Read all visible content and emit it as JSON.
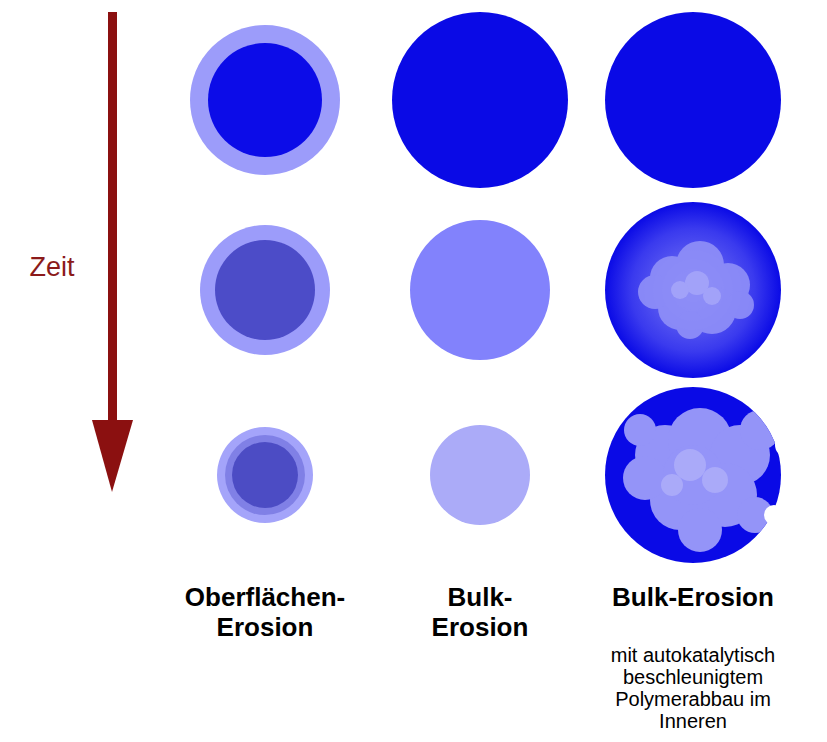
{
  "diagram": {
    "labels": [
      "Zeit",
      "Oberflächen- Erosion",
      "Bulk- Erosion",
      "Bulk-Erosion",
      "mit autokatalytisch beschleunigtem Polymerabbau im Inneren"
    ]
  }
}
